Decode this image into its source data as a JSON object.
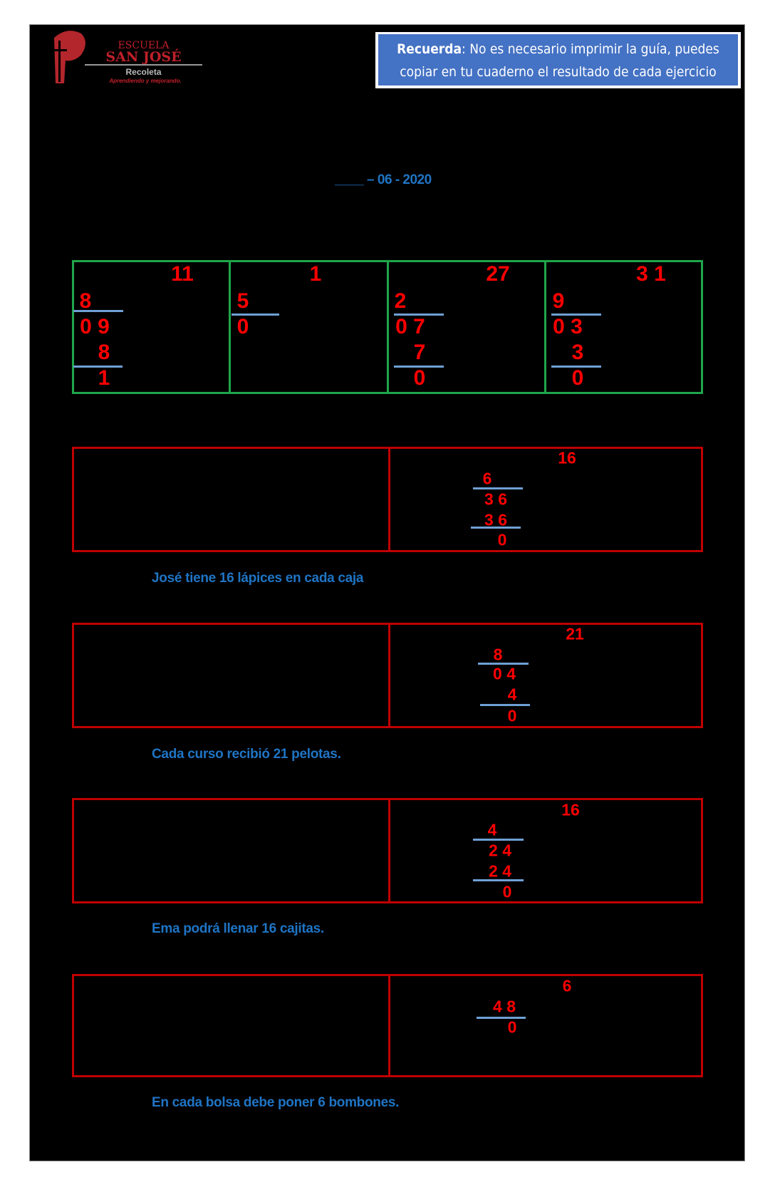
{
  "header": {
    "logo": {
      "line1": "ESCUELA",
      "line2": "SAN JOSÉ",
      "line3": "Recoleta",
      "tagline": "Aprendiendo y mejorando."
    },
    "reminder": {
      "label": "Recuerda",
      "text": ": No es necesario imprimir la guía, puedes copiar en tu cuaderno el resultado de cada ejercicio"
    }
  },
  "date": {
    "blank": "____",
    "text": " – 06 - 2020"
  },
  "grid": [
    {
      "quotient": "11",
      "r1": "8",
      "r2": "0 9",
      "r3": "8",
      "r4": "1"
    },
    {
      "quotient": "1",
      "r1": "5",
      "r2": "0"
    },
    {
      "quotient": "27",
      "r1": "2",
      "r2": "0 7",
      "r3": "7",
      "r4": "0"
    },
    {
      "quotient": "3 1",
      "r1": "9",
      "r2": "0 3",
      "r3": "3",
      "r4": "0"
    }
  ],
  "problems": [
    {
      "quotient": "16",
      "rows": [
        "6",
        "3 6",
        "3 6",
        "0"
      ],
      "answer": "José tiene 16 lápices en cada caja"
    },
    {
      "quotient": "21",
      "rows": [
        "8",
        "0 4",
        "4",
        "0"
      ],
      "answer": "Cada curso recibió 21 pelotas."
    },
    {
      "quotient": "16",
      "rows": [
        "4",
        "2 4",
        "2 4",
        "0"
      ],
      "answer": "Ema podrá llenar 16 cajitas."
    },
    {
      "quotient": "6",
      "rows": [
        "4 8",
        "0"
      ],
      "answer": "En cada bolsa debe poner 6 bombones."
    }
  ],
  "colors": {
    "answer_blue": "#1f74c4",
    "digit_red": "#ff0000",
    "box_red": "#c00000",
    "grid_green": "#1fa64a",
    "reminder_bg": "#4472c4"
  }
}
